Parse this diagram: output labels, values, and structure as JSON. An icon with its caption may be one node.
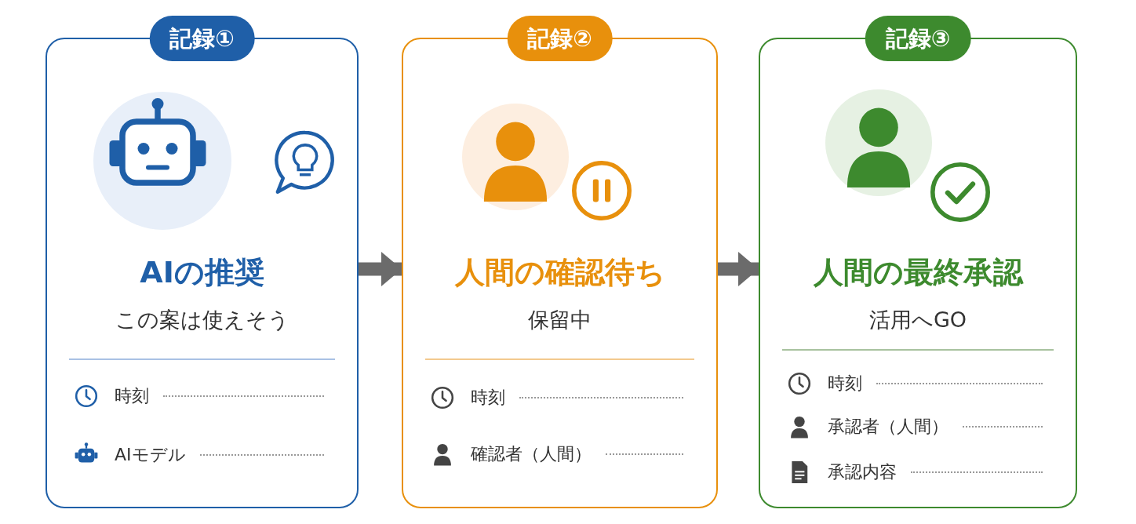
{
  "diagram": {
    "nodes": [
      {
        "text": [
          "記録①",
          "AIの推奨",
          "この案は使えそう",
          "時刻",
          "AIモデル"
        ]
      },
      {
        "text": [
          "記録②",
          "人間の確認待ち",
          "保留中",
          "時刻",
          "確認者（人間）"
        ]
      },
      {
        "text": [
          "記録③",
          "人間の最終承認",
          "活用へGO",
          "時刻",
          "承認者（人間）",
          "承認内容"
        ]
      }
    ],
    "edges": [
      {
        "from": 0,
        "to": 1,
        "arrow": "to"
      },
      {
        "from": 1,
        "to": 2,
        "arrow": "to"
      }
    ]
  }
}
